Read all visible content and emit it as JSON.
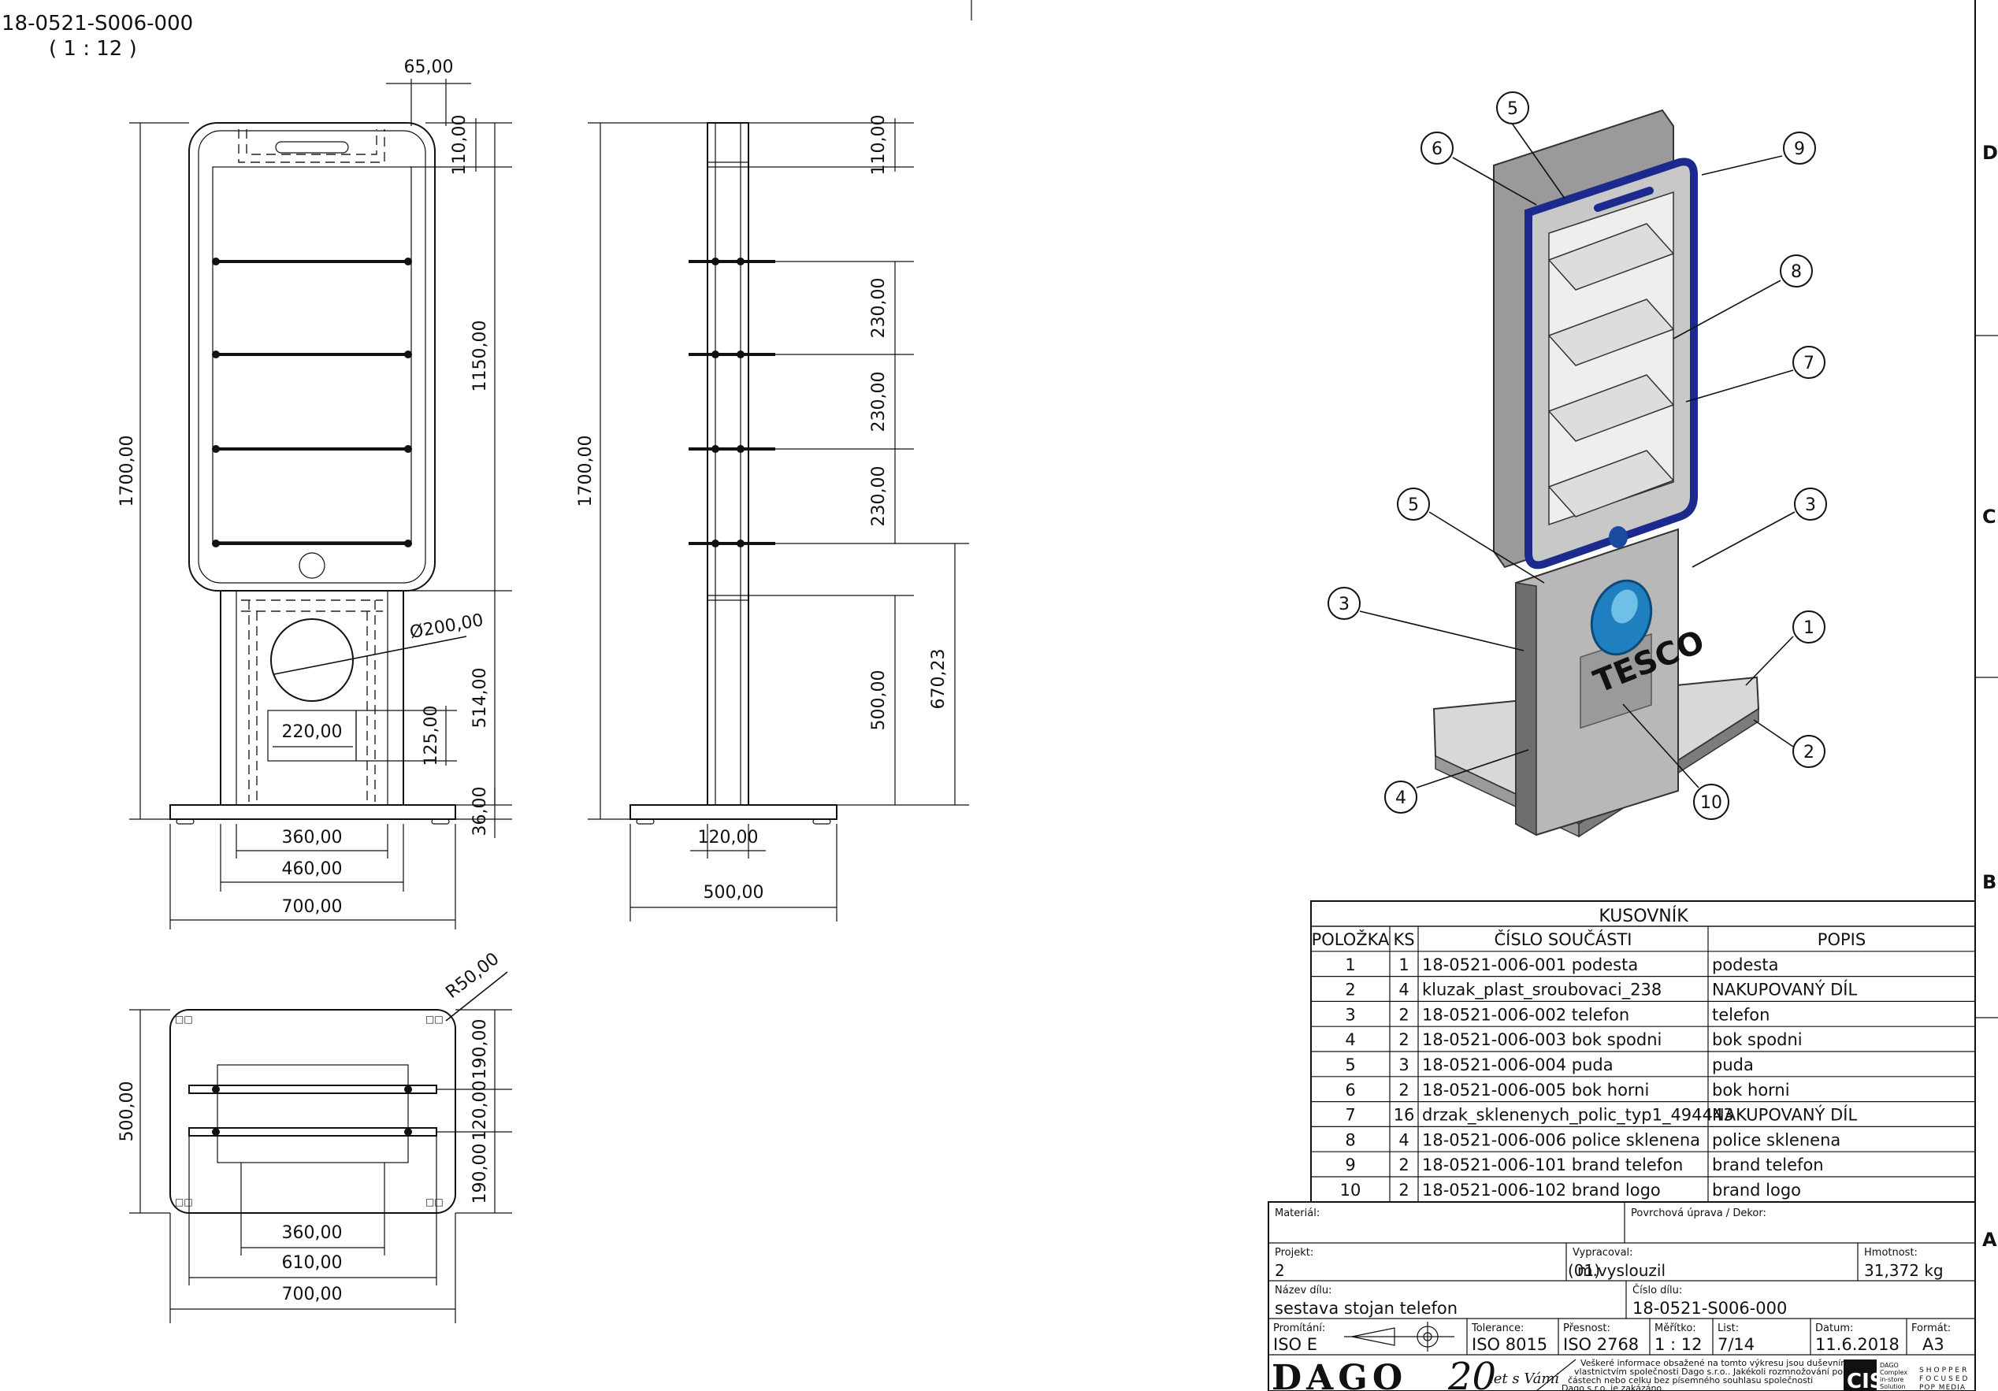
{
  "drawing": {
    "view_label": "18-0521-S006-000",
    "view_scale": "( 1 : 12 )"
  },
  "front_view": {
    "dims": {
      "top_width": "65,00",
      "top_band": "110,00",
      "display_height": "1150,00",
      "total_height": "1700,00",
      "circle_diameter": "Ø200,00",
      "slot_width": "220,00",
      "slot_height": "125,00",
      "column_height": "514,00",
      "base_height": "36,00",
      "inner_width": "360,00",
      "column_width": "460,00",
      "base_width": "700,00"
    }
  },
  "side_view": {
    "dims": {
      "top_band": "110,00",
      "shelf_gap_1": "230,00",
      "shelf_gap_2": "230,00",
      "shelf_gap_3": "230,00",
      "lower_height": "500,00",
      "shelf_height": "670,23",
      "total_height": "1700,00",
      "column_depth": "120,00",
      "base_depth": "500,00"
    }
  },
  "top_view": {
    "dims": {
      "corner_radius": "R50,00",
      "front_band": "190,00",
      "middle_band": "120,00",
      "rear_band": "190,00",
      "total_depth": "500,00",
      "inner_width": "360,00",
      "mid_width": "610,00",
      "total_width": "700,00"
    }
  },
  "balloons": [
    "5",
    "6",
    "9",
    "8",
    "7",
    "5",
    "3",
    "3",
    "1",
    "2",
    "4",
    "10"
  ],
  "bom": {
    "title": "KUSOVNÍK",
    "headers": [
      "POLOŽKA",
      "KS",
      "ČÍSLO SOUČÁSTI",
      "POPIS"
    ],
    "rows": [
      [
        "1",
        "1",
        "18-0521-006-001 podesta",
        "podesta"
      ],
      [
        "2",
        "4",
        "kluzak_plast_sroubovaci_238",
        "NAKUPOVANÝ DÍL"
      ],
      [
        "3",
        "2",
        "18-0521-006-002 telefon",
        "telefon"
      ],
      [
        "4",
        "2",
        "18-0521-006-003 bok spodni",
        "bok spodni"
      ],
      [
        "5",
        "3",
        "18-0521-006-004 puda",
        "puda"
      ],
      [
        "6",
        "2",
        "18-0521-006-005 bok horni",
        "bok horni"
      ],
      [
        "7",
        "16",
        "drzak_sklenenych_polic_typ1_494443",
        "NAKUPOVANÝ DÍL"
      ],
      [
        "8",
        "4",
        "18-0521-006-006 police sklenena",
        "police sklenena"
      ],
      [
        "9",
        "2",
        "18-0521-006-101 brand telefon",
        "brand telefon"
      ],
      [
        "10",
        "2",
        "18-0521-006-102 brand logo",
        "brand logo"
      ]
    ]
  },
  "title_block": {
    "material_label": "Materiál:",
    "surface_label": "Povrchová úprava / Dekor:",
    "project_label": "Projekt:",
    "project_value": "2",
    "drawn_label": "Vypracoval:",
    "drawn_value": "m.vyslouzil",
    "drawn_overlap": "(01)",
    "weight_label": "Hmotnost:",
    "weight_value": "31,372 kg",
    "part_name_label": "Název dílu:",
    "part_name_value": "sestava stojan telefon",
    "part_no_label": "Číslo dílu:",
    "part_no_value": "18-0521-S006-000",
    "projection_label": "Promítání:",
    "projection_value": "ISO E",
    "tolerance_label": "Tolerance:",
    "tolerance_value": "ISO 8015",
    "accuracy_label": "Přesnost:",
    "accuracy_value": "ISO 2768",
    "scale_label": "Měřítko:",
    "scale_value": "1 : 12",
    "sheet_label": "List:",
    "sheet_value": "7/14",
    "date_label": "Datum:",
    "date_value": "11.6.2018",
    "format_label": "Formát:",
    "format_value": "A3",
    "company": "DAGO",
    "anniversary": "20",
    "anniversary_text": "let s Vámi",
    "notice": [
      "Veškeré informace obsažené na tomto výkresu jsou duševním",
      "vlastnictvím společnosti Dago s.r.o.. Jakékoli rozmnožování po",
      "částech nebo celku bez písemného souhlasu společnosti",
      "Dago s.r.o. je zakázáno."
    ],
    "cis_logo": "CIS",
    "cis_sub": [
      "DAGO",
      "Complex",
      "in-store",
      "Solution"
    ],
    "tagline": [
      "SHOPPER",
      "FOCUSED",
      "POP MEDIA"
    ]
  },
  "frame_letters": [
    "D",
    "C",
    "B",
    "A"
  ]
}
